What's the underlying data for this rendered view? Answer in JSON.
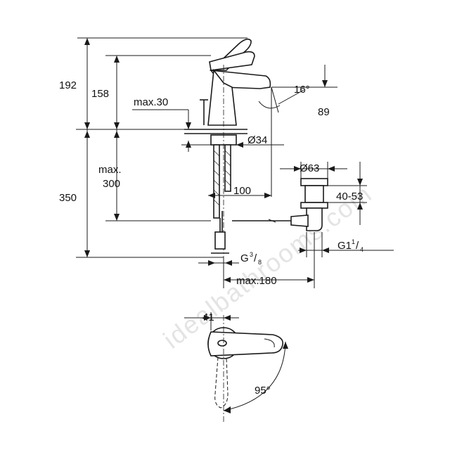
{
  "watermark": "idealbathrooms.com",
  "dimensions": {
    "overall_height": "192",
    "spout_height": "158",
    "max_30": "max.30",
    "angle_spout": "16°",
    "projection": "89",
    "diameter_base": "Ø34",
    "max_label": "max.",
    "max_value": "300",
    "total_height": "350",
    "hose_distance": "100",
    "waste_diameter": "Ø63",
    "waste_range": "40-53",
    "waste_thread_main": "G1",
    "waste_thread_num": "1",
    "waste_thread_den": "4",
    "supply_thread_main": "G ",
    "supply_thread_num": "3",
    "supply_thread_den": "8",
    "max_180": "max.180",
    "lever_offset": "41",
    "lever_angle": "95°"
  },
  "colors": {
    "line": "#1a1a1a",
    "watermark": "#e4e4e4",
    "background": "#ffffff"
  }
}
